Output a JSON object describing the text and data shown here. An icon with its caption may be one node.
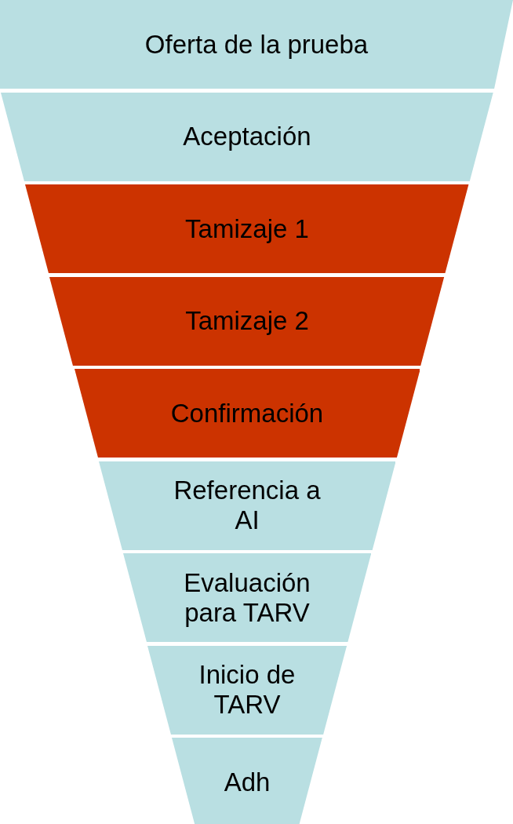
{
  "diagram": {
    "nodes": [
      {
        "text": [
          "Oferta de la prueba"
        ]
      },
      {
        "text": [
          "Aceptación"
        ]
      },
      {
        "text": [
          "Tamizaje 1"
        ]
      },
      {
        "text": [
          "Tamizaje 2"
        ]
      },
      {
        "text": [
          "Confirmación"
        ]
      },
      {
        "text": [
          "Referencia a AI"
        ]
      },
      {
        "text": [
          "Evaluación para TARV"
        ]
      },
      {
        "text": [
          "Inicio de TARV"
        ]
      },
      {
        "text": [
          "Adh"
        ]
      }
    ]
  }
}
